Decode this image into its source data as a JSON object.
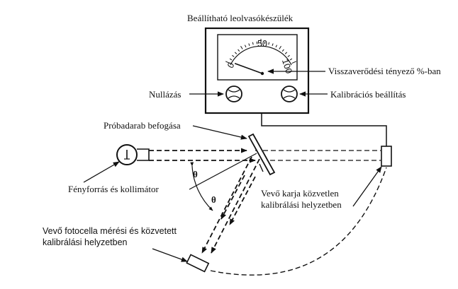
{
  "labels": {
    "meter_title": "Beállítható leolvasókészülék",
    "reflectance": "Visszaverődési tényező %-ban",
    "zeroing": "Nullázás",
    "calibration": "Kalibrációs beállítás",
    "sample_holder": "Próbadarab befogása",
    "light_source": "Fényforrás és kollimátor",
    "receiver_arm_line1": "Vevő karja közvetlen",
    "receiver_arm_line2": "kalibrálási helyzetben",
    "photocell_line1": "Vevő fotocella mérési és közvetett",
    "photocell_line2": "kalibrálási helyzetben",
    "theta1": "θ",
    "theta2": "θ",
    "scale_0": "0",
    "scale_50": "50",
    "scale_100": "100"
  },
  "meter": {
    "needle_value_percent": 3
  },
  "colors": {
    "ink": "#111111",
    "background": "#ffffff"
  }
}
